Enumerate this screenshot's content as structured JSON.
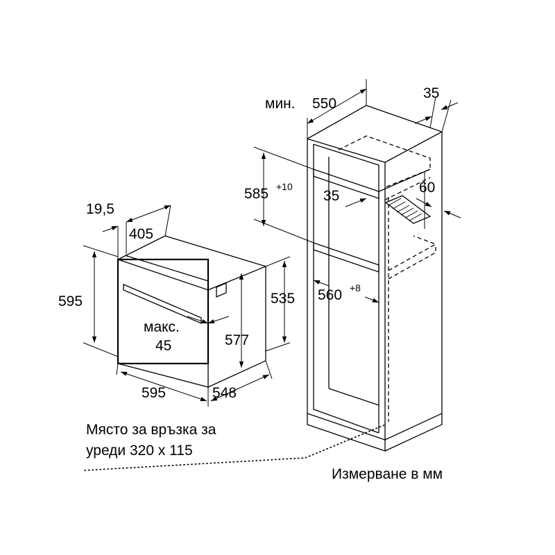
{
  "oven": {
    "depth_top": "405",
    "front_offset": "19,5",
    "height": "595",
    "width": "595",
    "depth": "548",
    "body_height": "535",
    "body_height_inner": "577",
    "max_label": "макс.",
    "max_value": "45"
  },
  "cabinet": {
    "min_label": "мин.",
    "min_depth": "550",
    "side_depth": "35",
    "niche_height": "585",
    "niche_height_tol": "+10",
    "vent_depth": "35",
    "vent_width": "60",
    "niche_width": "560",
    "niche_width_tol": "+8"
  },
  "notes": {
    "connection_line1": "Място за връзка за",
    "connection_line2": "уреди 320 x 115",
    "units": "Измерване в мм"
  }
}
